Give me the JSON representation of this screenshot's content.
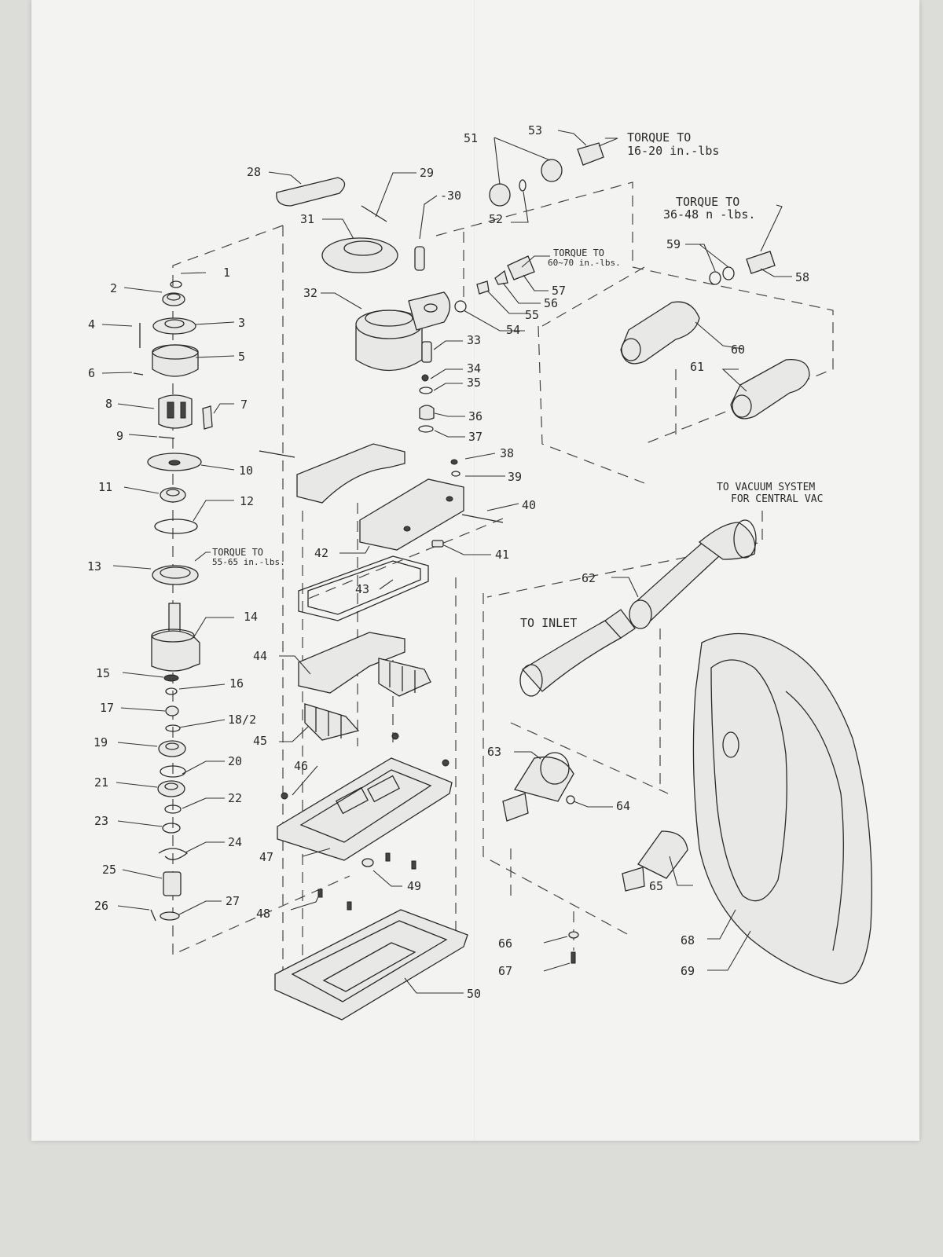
{
  "callouts": [
    {
      "id": "1",
      "text": "1"
    },
    {
      "id": "2",
      "text": "2"
    },
    {
      "id": "3",
      "text": "3"
    },
    {
      "id": "4",
      "text": "4"
    },
    {
      "id": "5",
      "text": "5"
    },
    {
      "id": "6",
      "text": "6"
    },
    {
      "id": "7",
      "text": "7"
    },
    {
      "id": "8",
      "text": "8"
    },
    {
      "id": "9",
      "text": "9"
    },
    {
      "id": "10",
      "text": "10"
    },
    {
      "id": "11",
      "text": "11"
    },
    {
      "id": "12",
      "text": "12"
    },
    {
      "id": "13",
      "text": "13"
    },
    {
      "id": "14",
      "text": "14"
    },
    {
      "id": "15",
      "text": "15"
    },
    {
      "id": "16",
      "text": "16"
    },
    {
      "id": "17",
      "text": "17"
    },
    {
      "id": "18",
      "text": "18/2"
    },
    {
      "id": "19",
      "text": "19"
    },
    {
      "id": "20",
      "text": "20"
    },
    {
      "id": "21",
      "text": "21"
    },
    {
      "id": "22",
      "text": "22"
    },
    {
      "id": "23",
      "text": "23"
    },
    {
      "id": "24",
      "text": "24"
    },
    {
      "id": "25",
      "text": "25"
    },
    {
      "id": "26",
      "text": "26"
    },
    {
      "id": "27",
      "text": "27"
    },
    {
      "id": "28",
      "text": "28"
    },
    {
      "id": "29",
      "text": "29"
    },
    {
      "id": "30",
      "text": "-30"
    },
    {
      "id": "31",
      "text": "31"
    },
    {
      "id": "32",
      "text": "32"
    },
    {
      "id": "33",
      "text": "33"
    },
    {
      "id": "34",
      "text": "34"
    },
    {
      "id": "35",
      "text": "35"
    },
    {
      "id": "36",
      "text": "36"
    },
    {
      "id": "37",
      "text": "37"
    },
    {
      "id": "38",
      "text": "38"
    },
    {
      "id": "39",
      "text": "39"
    },
    {
      "id": "40",
      "text": "40"
    },
    {
      "id": "41",
      "text": "41"
    },
    {
      "id": "42",
      "text": "42"
    },
    {
      "id": "43",
      "text": "43"
    },
    {
      "id": "44",
      "text": "44"
    },
    {
      "id": "45",
      "text": "45"
    },
    {
      "id": "46",
      "text": "46"
    },
    {
      "id": "47",
      "text": "47"
    },
    {
      "id": "48",
      "text": "48"
    },
    {
      "id": "49",
      "text": "49"
    },
    {
      "id": "50",
      "text": "50"
    },
    {
      "id": "51",
      "text": "51"
    },
    {
      "id": "52",
      "text": "52"
    },
    {
      "id": "53",
      "text": "53"
    },
    {
      "id": "54",
      "text": "54"
    },
    {
      "id": "55",
      "text": "55"
    },
    {
      "id": "56",
      "text": "56"
    },
    {
      "id": "57",
      "text": "57"
    },
    {
      "id": "58",
      "text": "58"
    },
    {
      "id": "59",
      "text": "59"
    },
    {
      "id": "60",
      "text": "60"
    },
    {
      "id": "61",
      "text": "61"
    },
    {
      "id": "62",
      "text": "62"
    },
    {
      "id": "63",
      "text": "63"
    },
    {
      "id": "64",
      "text": "64"
    },
    {
      "id": "65",
      "text": "65"
    },
    {
      "id": "66",
      "text": "66"
    },
    {
      "id": "67",
      "text": "67"
    },
    {
      "id": "68",
      "text": "68"
    },
    {
      "id": "69",
      "text": "69"
    }
  ],
  "notes": {
    "torque_53": [
      "TORQUE TO",
      "16-20 in.-lbs"
    ],
    "torque_58": [
      "TORQUE TO",
      "36-48 n -lbs."
    ],
    "torque_57": [
      "TORQUE TO",
      "60~70 in.-lbs."
    ],
    "torque_13": [
      "TORQUE TO",
      "55-65 in.-lbs."
    ],
    "vacuum": [
      "TO VACUUM SYSTEM",
      "FOR CENTRAL VAC"
    ],
    "inlet": "TO INLET"
  }
}
